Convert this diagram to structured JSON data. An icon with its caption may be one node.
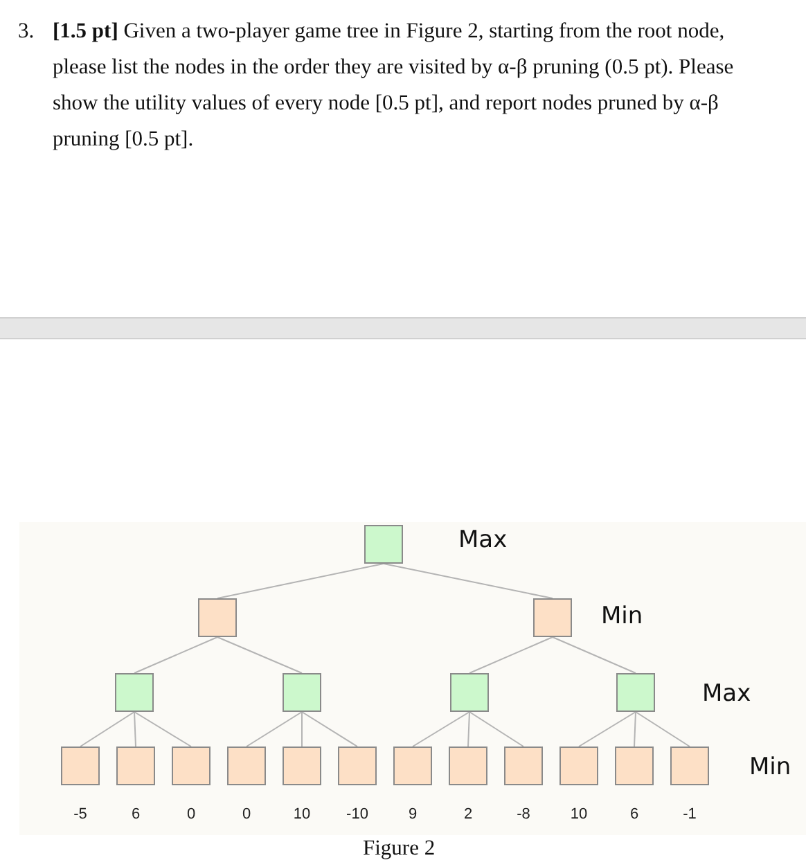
{
  "diagram": {
    "caption": "Figure 2",
    "nodes": [
      {
        "text": [],
        "shape": "bar"
      },
      {
        "text": [],
        "shape": "box"
      },
      {
        "text": [],
        "shape": "box"
      },
      {
        "text": [],
        "shape": "box"
      },
      {
        "text": [],
        "shape": "box"
      },
      {
        "text": [],
        "shape": "box"
      },
      {
        "text": [],
        "shape": "box"
      },
      {
        "text": [],
        "shape": "box"
      },
      {
        "text": [],
        "shape": "box",
        "beside": [
          "-5"
        ]
      },
      {
        "text": [],
        "shape": "box",
        "beside": [
          "6"
        ]
      },
      {
        "text": [],
        "shape": "box",
        "beside": [
          "0"
        ]
      },
      {
        "text": [],
        "shape": "box",
        "beside": [
          "0"
        ]
      },
      {
        "text": [],
        "shape": "box",
        "beside": [
          "10"
        ]
      },
      {
        "text": [],
        "shape": "box",
        "beside": [
          "-10"
        ]
      },
      {
        "text": [],
        "shape": "box",
        "beside": [
          "9"
        ]
      },
      {
        "text": [],
        "shape": "box",
        "beside": [
          "2"
        ]
      },
      {
        "text": [],
        "shape": "box",
        "beside": [
          "-8"
        ]
      },
      {
        "text": [],
        "shape": "box",
        "beside": [
          "10"
        ]
      },
      {
        "text": [],
        "shape": "box",
        "beside": [
          "6"
        ]
      },
      {
        "text": [],
        "shape": "box",
        "beside": [
          "-1"
        ]
      }
    ],
    "edges": [
      {
        "from": 1,
        "to": 2,
        "arrow": "none"
      },
      {
        "from": 1,
        "to": 3,
        "arrow": "none"
      },
      {
        "from": 2,
        "to": 4,
        "arrow": "none"
      },
      {
        "from": 2,
        "to": 5,
        "arrow": "none"
      },
      {
        "from": 3,
        "to": 6,
        "arrow": "none"
      },
      {
        "from": 3,
        "to": 7,
        "arrow": "none"
      },
      {
        "from": 4,
        "to": 8,
        "arrow": "none"
      },
      {
        "from": 4,
        "to": 9,
        "arrow": "none"
      },
      {
        "from": 4,
        "to": 10,
        "arrow": "none"
      },
      {
        "from": 5,
        "to": 11,
        "arrow": "none"
      },
      {
        "from": 5,
        "to": 12,
        "arrow": "none"
      },
      {
        "from": 5,
        "to": 13,
        "arrow": "none"
      },
      {
        "from": 6,
        "to": 14,
        "arrow": "none"
      },
      {
        "from": 6,
        "to": 15,
        "arrow": "none"
      },
      {
        "from": 6,
        "to": 16,
        "arrow": "none"
      },
      {
        "from": 7,
        "to": 17,
        "arrow": "none"
      },
      {
        "from": 7,
        "to": 18,
        "arrow": "none"
      },
      {
        "from": 7,
        "to": 19,
        "arrow": "none"
      }
    ],
    "labels": [
      "3.",
      "**[1.5 pt]** Given a two-player game tree in Figure 2, starting from the root node, please list the nodes in the order they are visited by α-β pruning (0.5 pt). Please show the utility values of every node [0.5 pt], and report nodes pruned by α-β pruning [0.5 pt].",
      "Max",
      "Min",
      "Max",
      "Min"
    ]
  }
}
